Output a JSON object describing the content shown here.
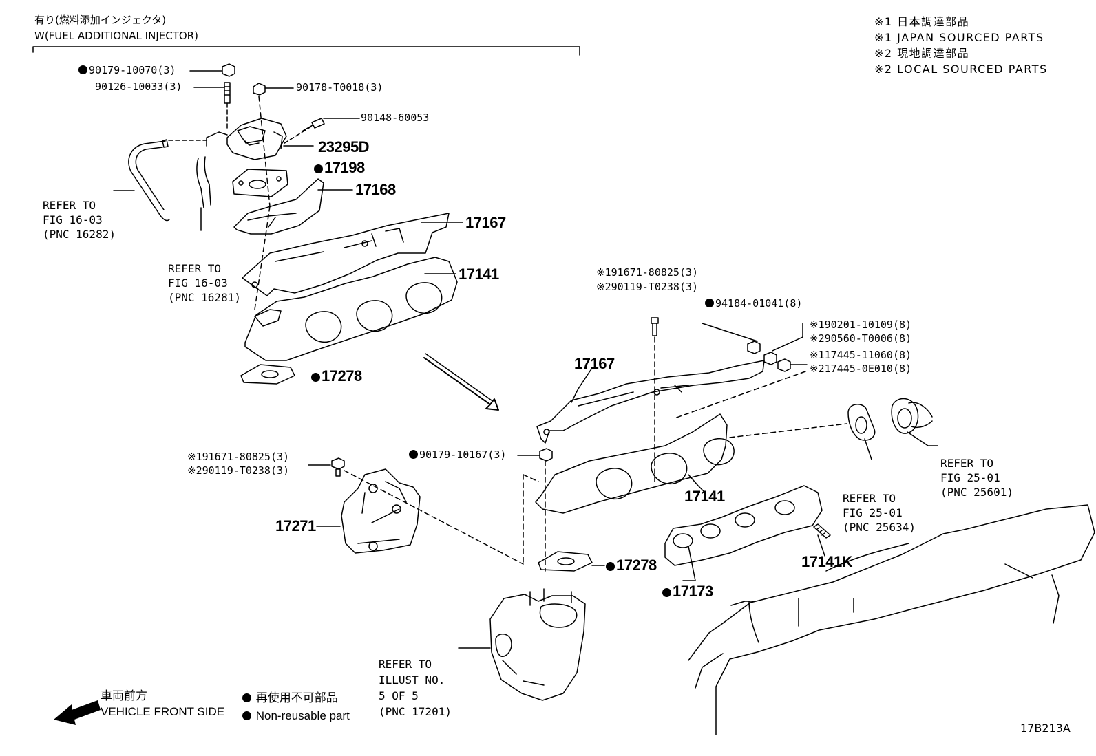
{
  "header": {
    "title_jp": "有り(燃料添加インジェクタ)",
    "title_en": "W(FUEL ADDITIONAL INJECTOR)"
  },
  "notes": {
    "line1": "※1 日本調達部品",
    "line2": "※1 JAPAN SOURCED PARTS",
    "line3": "※2 現地調達部品",
    "line4": "※2 LOCAL SOURCED PARTS"
  },
  "parts": {
    "p90179_10070": "90179-10070(3)",
    "p90126_10033": "90126-10033(3)",
    "p90178_t0018": "90178-T0018(3)",
    "p90148_60053": "90148-60053",
    "p23295d": "23295D",
    "p17198": "17198",
    "p17168": "17168",
    "p17167_top": "17167",
    "p17141_top": "17141",
    "p17278_top": "17278",
    "p91671_right_1": "91671-80825(3)",
    "p90119_right_2": "90119-T0238(3)",
    "p94184": "94184-01041(8)",
    "p90201": "90201-10109(8)",
    "p90560": "90560-T0006(8)",
    "p17445_11060": "17445-11060(8)",
    "p17445_0e010": "17445-0E010(8)",
    "p17167_right": "17167",
    "p90179_10167": "90179-10167(3)",
    "p91671_left_1": "91671-80825(3)",
    "p90119_left_2": "90119-T0238(3)",
    "p17271": "17271",
    "p17278_bottom": "17278",
    "p17141_right": "17141",
    "p17173": "17173",
    "p17141k": "17141K"
  },
  "marks": {
    "jp": "※1",
    "local": "※2"
  },
  "refs": {
    "r16282": [
      "REFER TO",
      "FIG 16-03",
      "(PNC 16282)"
    ],
    "r16281": [
      "REFER TO",
      "FIG 16-03",
      "(PNC 16281)"
    ],
    "r25601": [
      "REFER TO",
      "FIG 25-01",
      "(PNC 25601)"
    ],
    "r25634": [
      "REFER TO",
      "FIG 25-01",
      "(PNC 25634)"
    ],
    "r17201": [
      "REFER TO",
      "ILLUST NO.",
      "5 OF 5",
      "(PNC 17201)"
    ]
  },
  "legend": {
    "front_jp": "車両前方",
    "front_en": "VEHICLE FRONT SIDE",
    "nonreuse_jp": "再使用不可部品",
    "nonreuse_en": "Non-reusable part"
  },
  "figure_id": "17B213A",
  "icons": [
    "bullet-dot-icon",
    "front-arrow-icon"
  ]
}
